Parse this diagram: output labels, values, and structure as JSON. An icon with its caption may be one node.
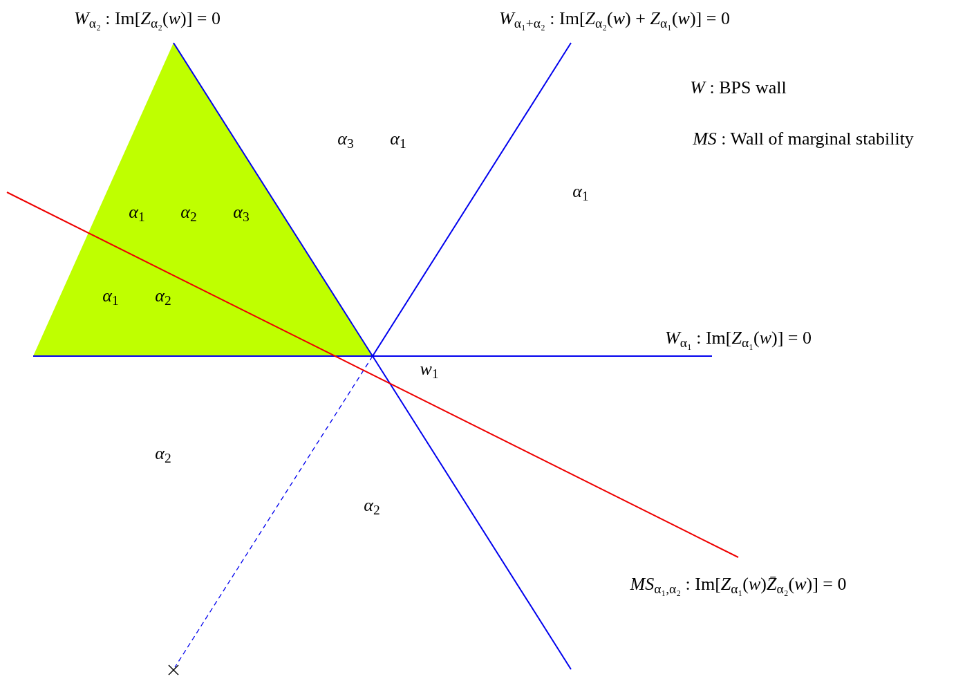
{
  "diagram": {
    "labels": [
      "*W*$_{α₂}$ : Im[*Z*$_{α₂}$(*w*)] = 0",
      "*W*$_{α₁+α₂}$ : Im[*Z*$_{α₂}$(*w*) + *Z*$_{α₁}$(*w*)] = 0",
      "*W* : BPS wall",
      "*α*$_{3}$",
      "*α*$_{1}$",
      "*MS* : Wall of marginal stability",
      "*α*$_{1}$",
      "*α*$_{1}$",
      "*α*$_{2}$",
      "*α*$_{3}$",
      "*α*$_{1}$",
      "*α*$_{2}$",
      "*W*$_{α₁}$ : Im[*Z*$_{α₁}$(*w*)] = 0",
      "*w*$_{1}$",
      "*α*$_{2}$",
      "*α*$_{2}$",
      "*MS*$_{α₁,α₂}$ : Im[*Z*$_{α₁}$(*w*)*Z̄*$_{α₂}$(*w*)] = 0"
    ]
  }
}
